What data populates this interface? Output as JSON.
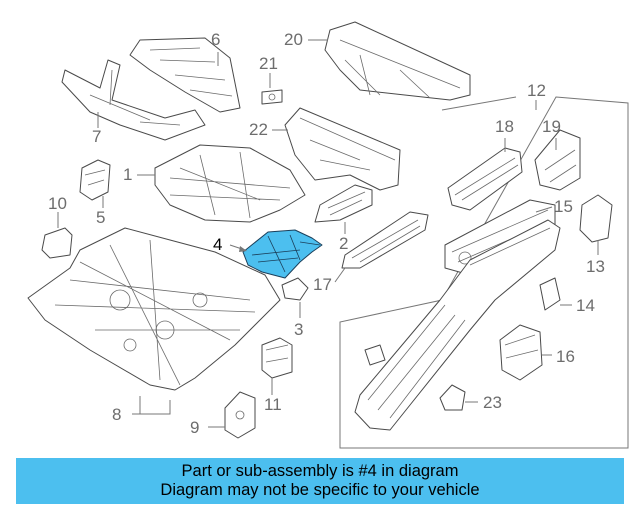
{
  "diagram": {
    "highlighted_callout": "4",
    "highlight_color": "#4cbfef",
    "callouts": [
      {
        "id": "c1",
        "label": "1"
      },
      {
        "id": "c2",
        "label": "2"
      },
      {
        "id": "c3",
        "label": "3"
      },
      {
        "id": "c4",
        "label": "4"
      },
      {
        "id": "c5",
        "label": "5"
      },
      {
        "id": "c6",
        "label": "6"
      },
      {
        "id": "c7",
        "label": "7"
      },
      {
        "id": "c8",
        "label": "8"
      },
      {
        "id": "c9",
        "label": "9"
      },
      {
        "id": "c10",
        "label": "10"
      },
      {
        "id": "c11",
        "label": "11"
      },
      {
        "id": "c12",
        "label": "12"
      },
      {
        "id": "c13",
        "label": "13"
      },
      {
        "id": "c14",
        "label": "14"
      },
      {
        "id": "c15",
        "label": "15"
      },
      {
        "id": "c16",
        "label": "16"
      },
      {
        "id": "c17",
        "label": "17"
      },
      {
        "id": "c18",
        "label": "18"
      },
      {
        "id": "c19",
        "label": "19"
      },
      {
        "id": "c20",
        "label": "20"
      },
      {
        "id": "c21",
        "label": "21"
      },
      {
        "id": "c22",
        "label": "22"
      },
      {
        "id": "c23",
        "label": "23"
      }
    ]
  },
  "banner": {
    "line1": "Part or sub-assembly is #4 in diagram",
    "line2": "Diagram may not be specific to your vehicle",
    "color": "#4cbfef"
  }
}
